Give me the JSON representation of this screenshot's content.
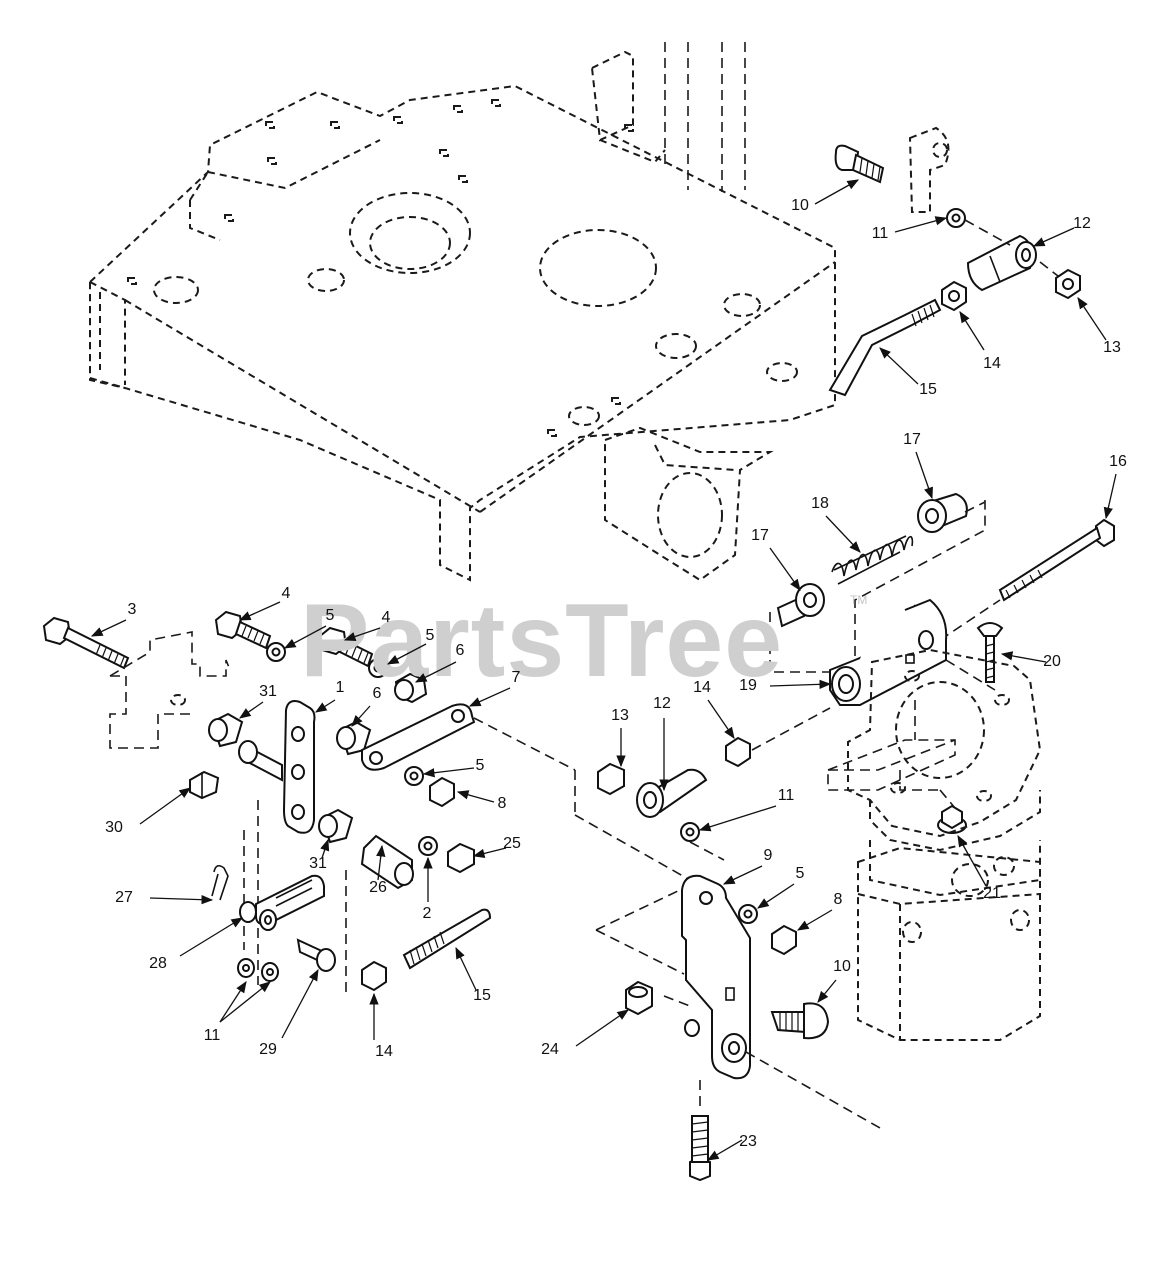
{
  "watermark": {
    "text": "PartsTree",
    "tm": "TM"
  },
  "callouts": [
    {
      "id": "c1",
      "label": "1"
    },
    {
      "id": "c2",
      "label": "2"
    },
    {
      "id": "c3",
      "label": "3"
    },
    {
      "id": "c4a",
      "label": "4"
    },
    {
      "id": "c4b",
      "label": "4"
    },
    {
      "id": "c5a",
      "label": "5"
    },
    {
      "id": "c5b",
      "label": "5"
    },
    {
      "id": "c5c",
      "label": "5"
    },
    {
      "id": "c5d",
      "label": "5"
    },
    {
      "id": "c6a",
      "label": "6"
    },
    {
      "id": "c6b",
      "label": "6"
    },
    {
      "id": "c7",
      "label": "7"
    },
    {
      "id": "c8a",
      "label": "8"
    },
    {
      "id": "c8b",
      "label": "8"
    },
    {
      "id": "c9",
      "label": "9"
    },
    {
      "id": "c10a",
      "label": "10"
    },
    {
      "id": "c10b",
      "label": "10"
    },
    {
      "id": "c11a",
      "label": "11"
    },
    {
      "id": "c11b",
      "label": "11"
    },
    {
      "id": "c11c",
      "label": "11"
    },
    {
      "id": "c12a",
      "label": "12"
    },
    {
      "id": "c12b",
      "label": "12"
    },
    {
      "id": "c13a",
      "label": "13"
    },
    {
      "id": "c13b",
      "label": "13"
    },
    {
      "id": "c14a",
      "label": "14"
    },
    {
      "id": "c14b",
      "label": "14"
    },
    {
      "id": "c14c",
      "label": "14"
    },
    {
      "id": "c15a",
      "label": "15"
    },
    {
      "id": "c15b",
      "label": "15"
    },
    {
      "id": "c16",
      "label": "16"
    },
    {
      "id": "c17a",
      "label": "17"
    },
    {
      "id": "c17b",
      "label": "17"
    },
    {
      "id": "c18",
      "label": "18"
    },
    {
      "id": "c19",
      "label": "19"
    },
    {
      "id": "c20",
      "label": "20"
    },
    {
      "id": "c21",
      "label": "21"
    },
    {
      "id": "c23",
      "label": "23"
    },
    {
      "id": "c24",
      "label": "24"
    },
    {
      "id": "c25",
      "label": "25"
    },
    {
      "id": "c26",
      "label": "26"
    },
    {
      "id": "c27",
      "label": "27"
    },
    {
      "id": "c28",
      "label": "28"
    },
    {
      "id": "c29",
      "label": "29"
    },
    {
      "id": "c30",
      "label": "30"
    },
    {
      "id": "c31a",
      "label": "31"
    },
    {
      "id": "c31b",
      "label": "31"
    }
  ]
}
